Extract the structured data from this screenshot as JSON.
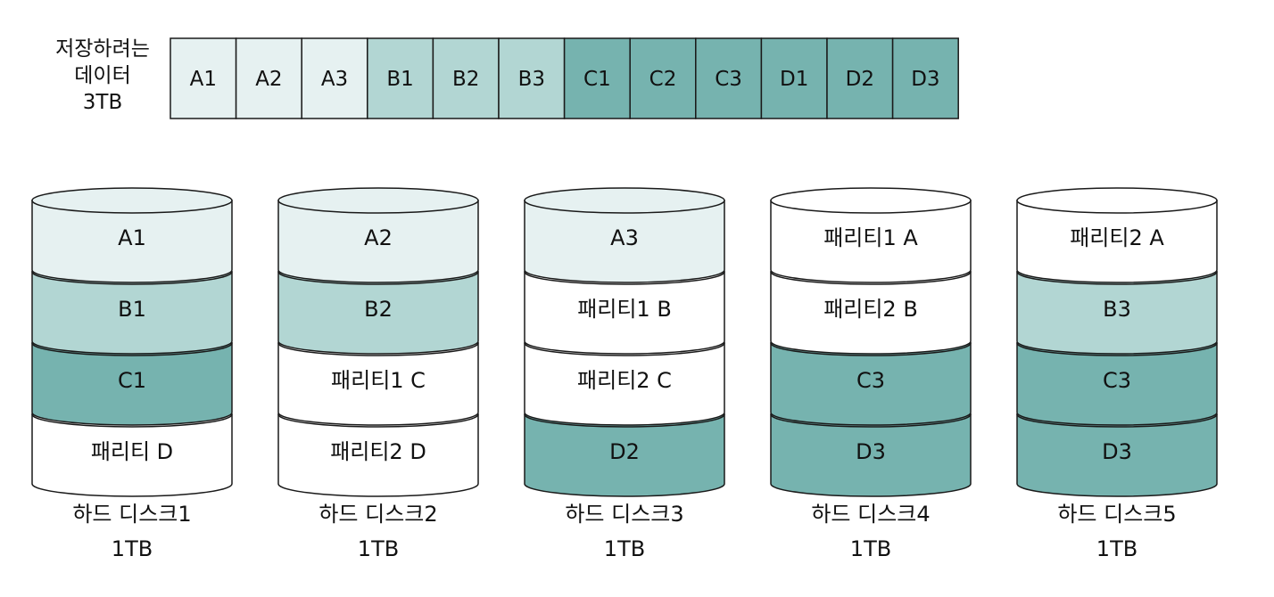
{
  "data_label": {
    "line1": "저장하려는",
    "line2": "데이터",
    "line3": "3TB"
  },
  "colors": {
    "A": "#e6f1f1",
    "B": "#b2d6d3",
    "C": "#76b3af",
    "D": "#76b3af",
    "parity": "#ffffff",
    "stroke": "#1a1a1a"
  },
  "blocks": [
    {
      "label": "A1",
      "group": "A"
    },
    {
      "label": "A2",
      "group": "A"
    },
    {
      "label": "A3",
      "group": "A"
    },
    {
      "label": "B1",
      "group": "B"
    },
    {
      "label": "B2",
      "group": "B"
    },
    {
      "label": "B3",
      "group": "B"
    },
    {
      "label": "C1",
      "group": "C"
    },
    {
      "label": "C2",
      "group": "C"
    },
    {
      "label": "C3",
      "group": "C"
    },
    {
      "label": "D1",
      "group": "D"
    },
    {
      "label": "D2",
      "group": "D"
    },
    {
      "label": "D3",
      "group": "D"
    }
  ],
  "disks": [
    {
      "name": "하드 디스크1",
      "size": "1TB",
      "segments": [
        {
          "label": "A1",
          "fill": "A"
        },
        {
          "label": "B1",
          "fill": "B"
        },
        {
          "label": "C1",
          "fill": "C"
        },
        {
          "label": "패리티 D",
          "fill": "parity"
        }
      ]
    },
    {
      "name": "하드 디스크2",
      "size": "1TB",
      "segments": [
        {
          "label": "A2",
          "fill": "A"
        },
        {
          "label": "B2",
          "fill": "B"
        },
        {
          "label": "패리티1 C",
          "fill": "parity"
        },
        {
          "label": "패리티2 D",
          "fill": "parity"
        }
      ]
    },
    {
      "name": "하드 디스크3",
      "size": "1TB",
      "segments": [
        {
          "label": "A3",
          "fill": "A"
        },
        {
          "label": "패리티1 B",
          "fill": "parity"
        },
        {
          "label": "패리티2 C",
          "fill": "parity"
        },
        {
          "label": "D2",
          "fill": "D"
        }
      ]
    },
    {
      "name": "하드 디스크4",
      "size": "1TB",
      "segments": [
        {
          "label": "패리티1 A",
          "fill": "parity"
        },
        {
          "label": "패리티2 B",
          "fill": "parity"
        },
        {
          "label": "C3",
          "fill": "C"
        },
        {
          "label": "D3",
          "fill": "D"
        }
      ]
    },
    {
      "name": "하드 디스크5",
      "size": "1TB",
      "segments": [
        {
          "label": "패리티2 A",
          "fill": "parity"
        },
        {
          "label": "B3",
          "fill": "B"
        },
        {
          "label": "C3",
          "fill": "C"
        },
        {
          "label": "D3",
          "fill": "D"
        }
      ]
    }
  ]
}
